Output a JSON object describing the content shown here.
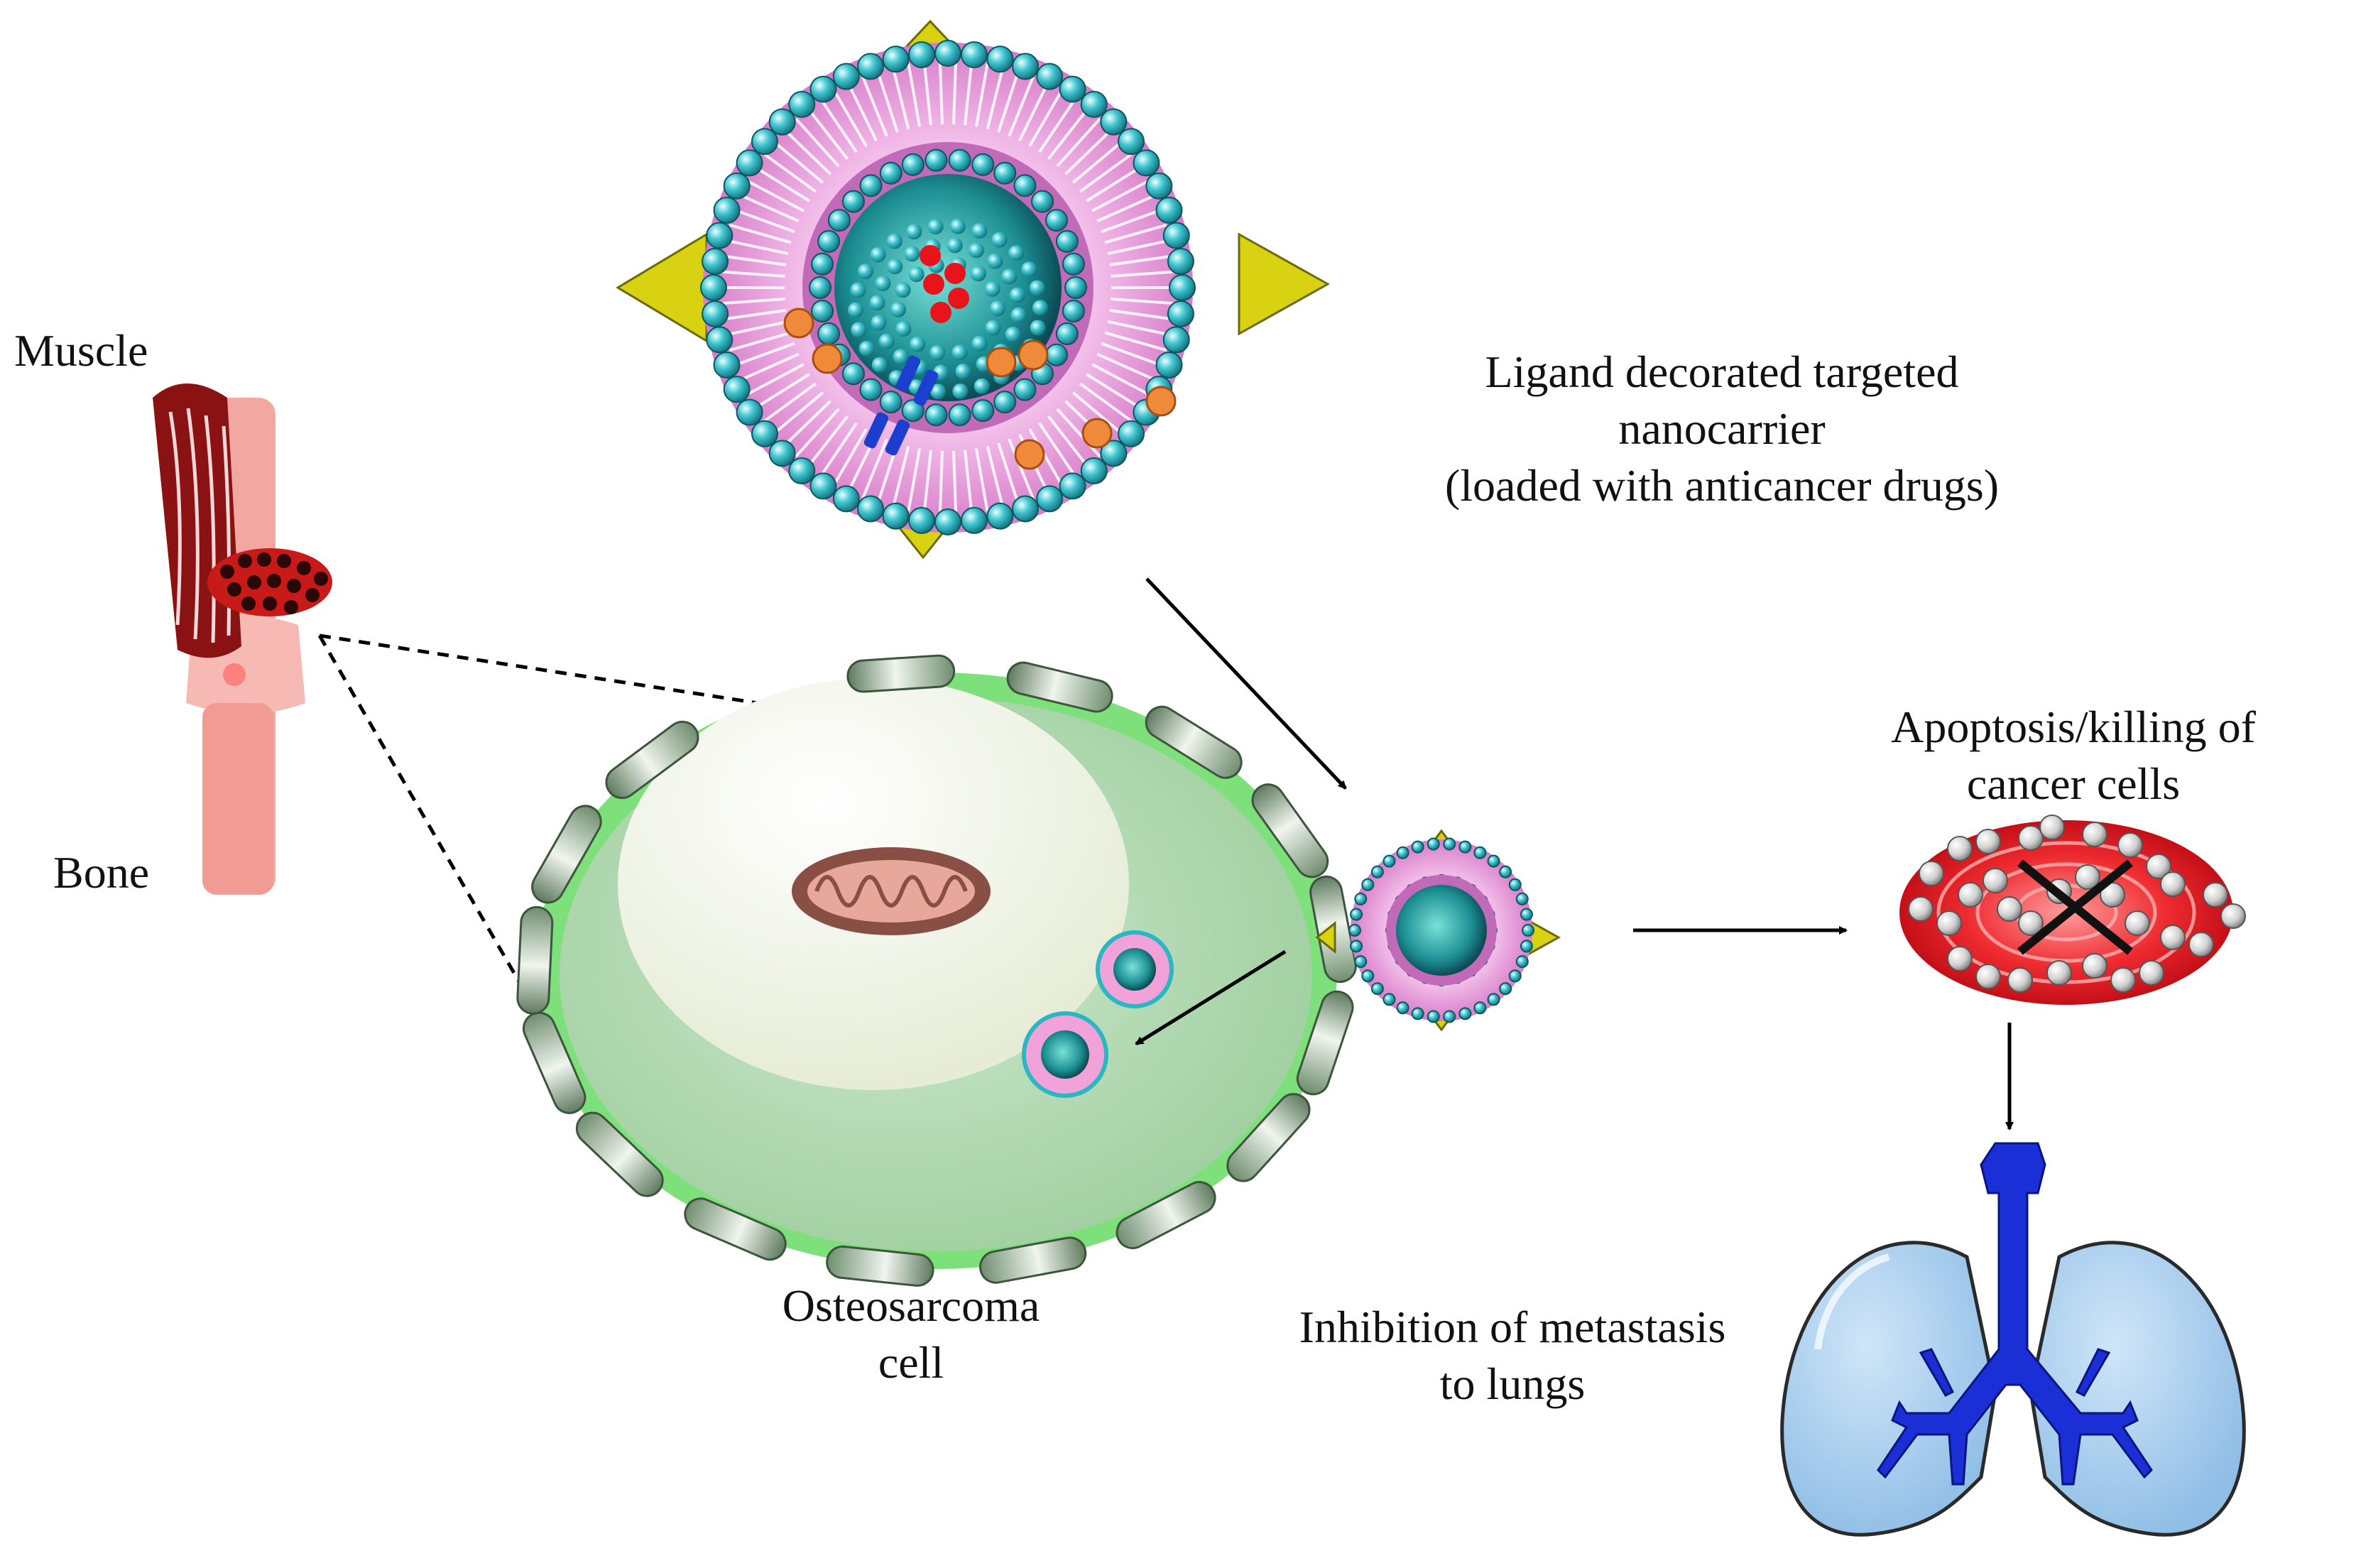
{
  "labels": {
    "muscle": "Muscle",
    "bone": "Bone",
    "nanocarrier_line1": "Ligand decorated targeted",
    "nanocarrier_line2": "nanocarrier",
    "nanocarrier_line3": "(loaded with anticancer drugs)",
    "apoptosis_line1": "Apoptosis/killing of",
    "apoptosis_line2": "cancer cells",
    "osteo_line1": "Osteosarcoma",
    "osteo_line2": "cell",
    "inhibition_line1": "Inhibition of metastasis",
    "inhibition_line2": "to lungs"
  },
  "colors": {
    "lipid_head": "#2bb6c4",
    "bilayer": "#e69ad6",
    "ligand": "#d8d213",
    "cell_membrane": "#7ee07a",
    "cytoplasm": "#b9dcbb",
    "nucleus": "#eef3e4",
    "lung": "#a9d0ef",
    "trachea": "#1a2fd6",
    "tumor": "#e8202a",
    "muscle": "#8a1212",
    "bone": "#f3a7a1"
  }
}
